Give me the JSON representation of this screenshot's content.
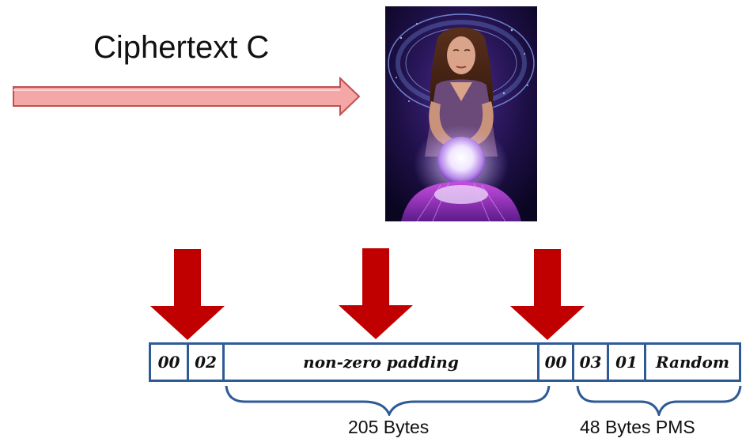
{
  "arrow_label": "Ciphertext C",
  "oracle_image": {
    "icon": "fortune-teller-crystal-ball-image"
  },
  "bytes": [
    {
      "label": "00"
    },
    {
      "label": "02"
    },
    {
      "label": "non-zero padding"
    },
    {
      "label": "00"
    },
    {
      "label": "03"
    },
    {
      "label": "01"
    },
    {
      "label": "Random"
    }
  ],
  "braces": [
    {
      "label": "205 Bytes"
    },
    {
      "label": "48 Bytes PMS"
    }
  ],
  "colors": {
    "arrow_fill": "#f4a7a7",
    "arrow_stroke": "#c0504d",
    "down_arrow": "#c00000",
    "box_border": "#2e5a96",
    "brace": "#2e5a96"
  }
}
